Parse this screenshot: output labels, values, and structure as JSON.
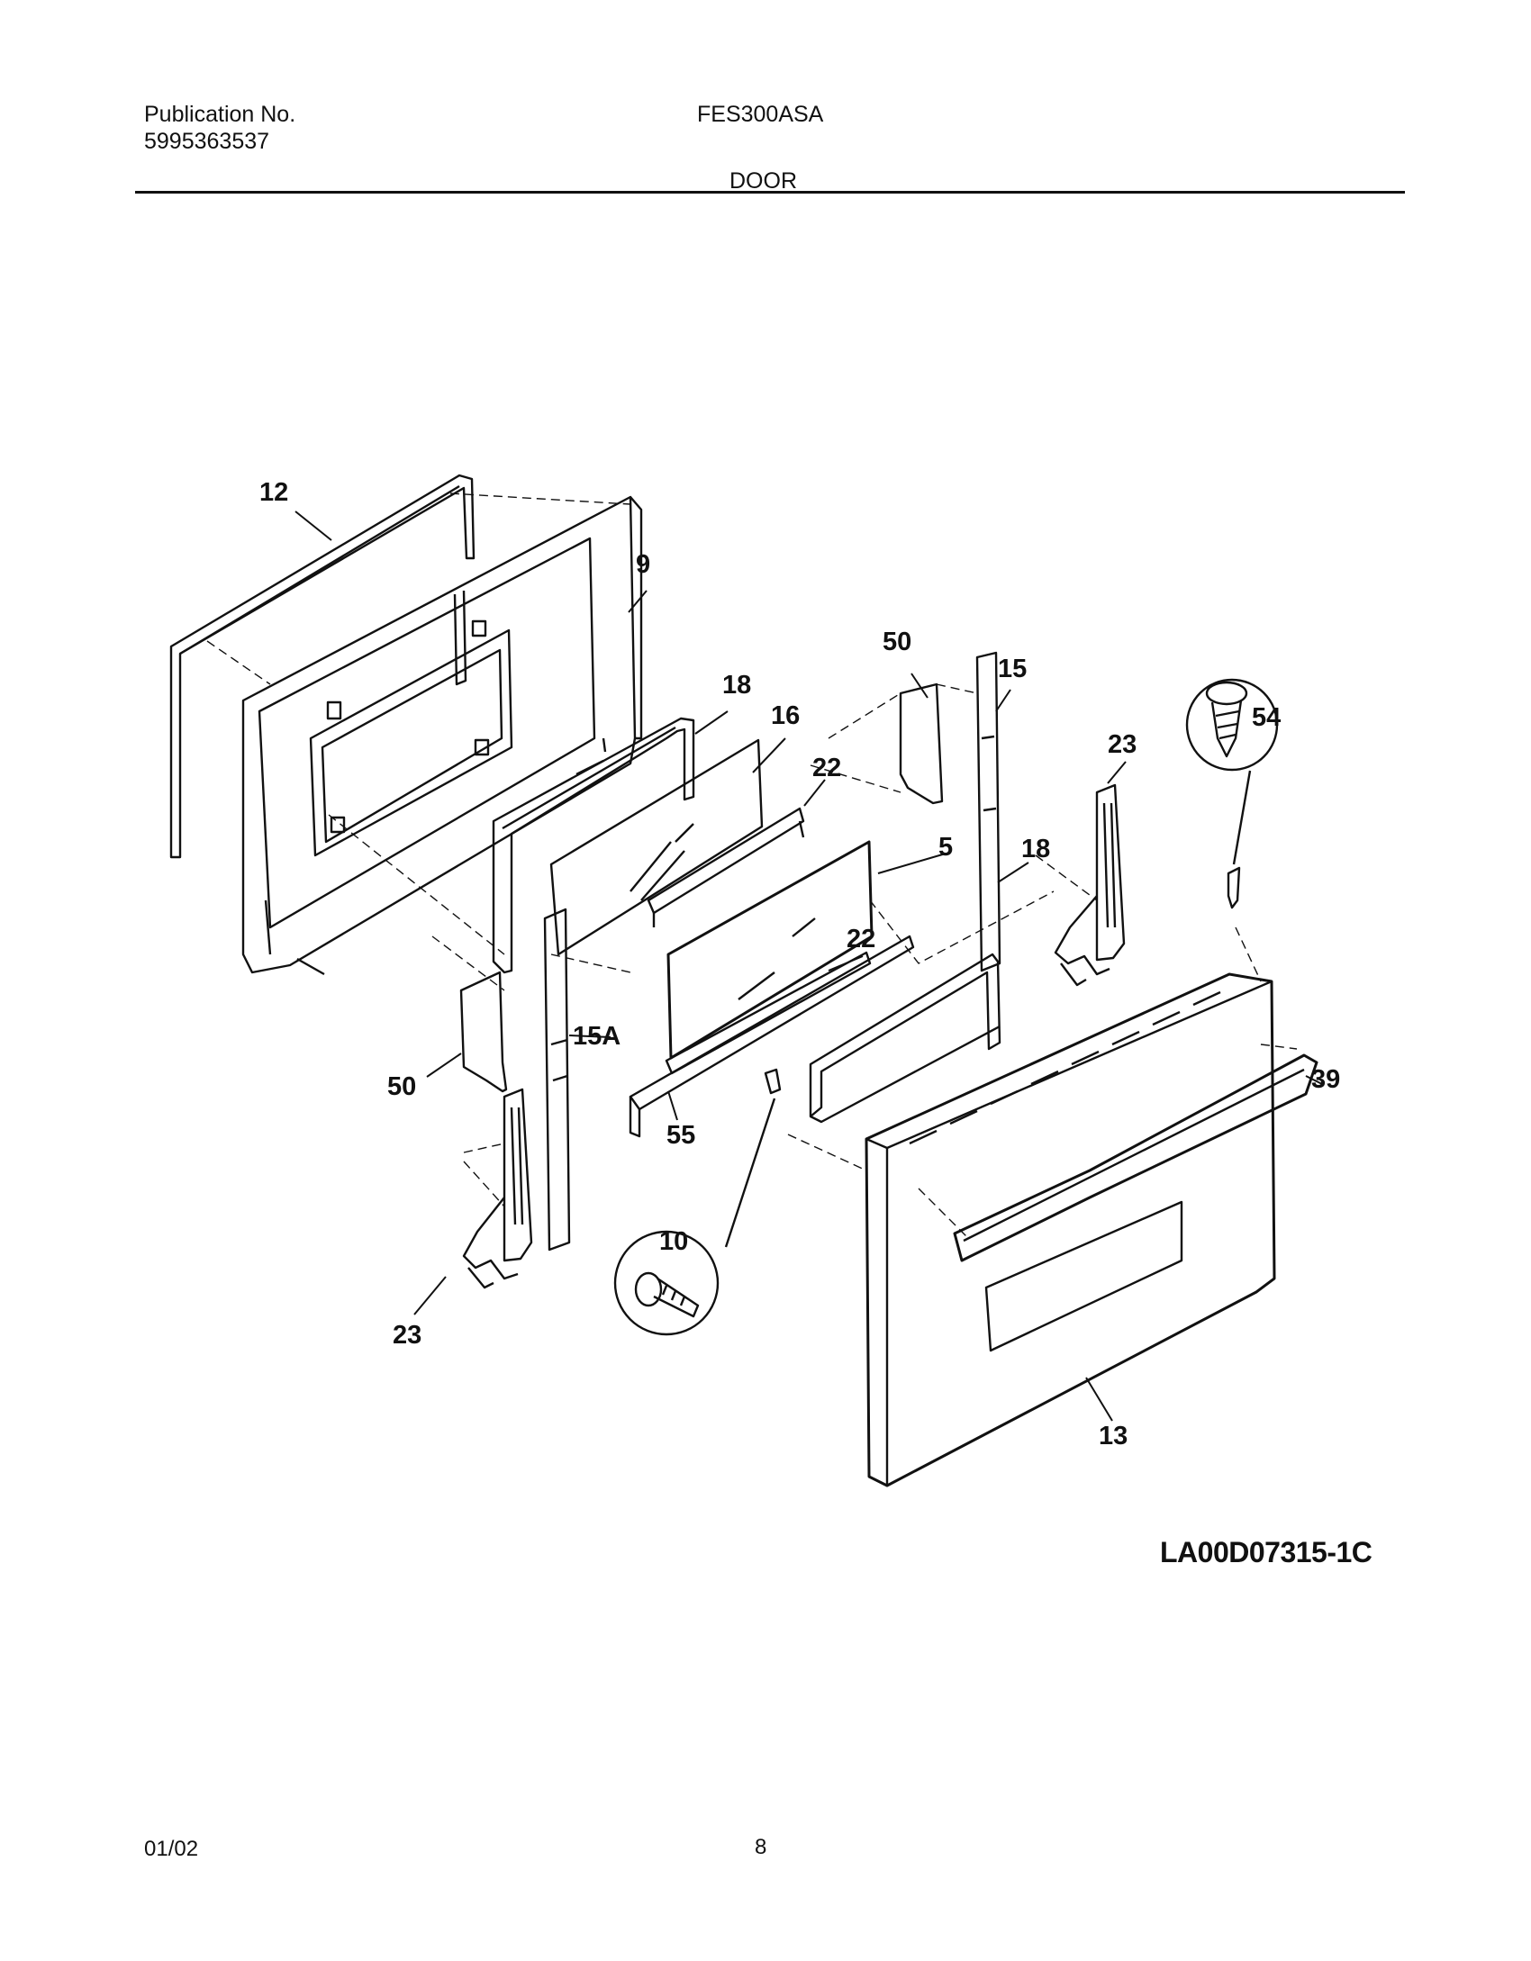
{
  "header": {
    "publication_label": "Publication No.",
    "publication_number": "5995363537",
    "model": "FES300ASA",
    "section": "DOOR"
  },
  "diagram": {
    "callouts": [
      "12",
      "9",
      "50",
      "15",
      "18",
      "16",
      "22",
      "5",
      "54",
      "23",
      "18",
      "22",
      "15A",
      "50",
      "55",
      "10",
      "39",
      "23",
      "13"
    ],
    "drawing_code": "LA00D07315-1C"
  },
  "footer": {
    "date": "01/02",
    "page": "8"
  }
}
